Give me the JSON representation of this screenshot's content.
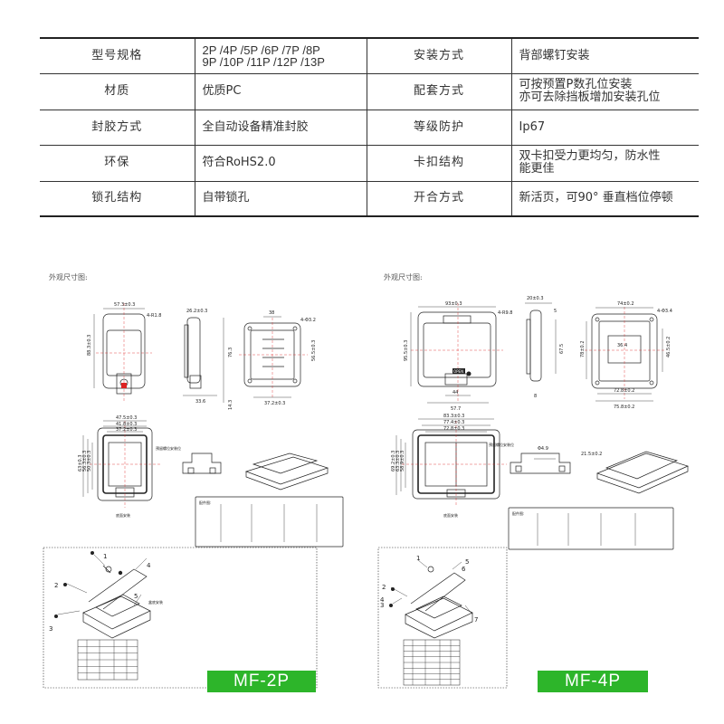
{
  "spec_table": {
    "rows": [
      {
        "label_left": "型号规格",
        "value_left": "2P /4P /5P /6P /7P /8P\n9P /10P /11P /12P /13P",
        "label_right": "安装方式",
        "value_right": "背部螺钉安装"
      },
      {
        "label_left": "材质",
        "value_left": "优质PC",
        "label_right": "配套方式",
        "value_right": "可按预置P数孔位安装\n亦可去除挡板增加安装孔位"
      },
      {
        "label_left": "封胶方式",
        "value_left": "全自动设备精准封胶",
        "label_right": "等级防护",
        "value_right": "Ip67"
      },
      {
        "label_left": "环保",
        "value_left": "符合RoHS2.0",
        "label_right": "卡扣结构",
        "value_right": "双卡扣受力更均匀，防水性\n能更佳"
      },
      {
        "label_left": "锁孔结构",
        "value_left": "自带锁孔",
        "label_right": "开合方式",
        "value_right": "新活页，可90° 垂直档位停顿"
      }
    ]
  },
  "left_panel": {
    "ext_label": "外观尺寸图:",
    "model": "MF-2P",
    "dims": {
      "width": "57.3±0.3",
      "hole": "4-R1.8",
      "height": "88.3±0.3",
      "side_w": "26.2±0.3",
      "side_d": "33.6",
      "back_w": "38",
      "back_hole": "4-Φ3.2",
      "back_h": "56.5±0.3",
      "back_bottom": "37.2±0.3",
      "side_h": "76.3",
      "small_dim": "14.3",
      "plan_w1": "47.5±0.3",
      "plan_w2": "41.8±0.3",
      "plan_w3": "37.2±0.3",
      "plan_h1": "63±0.3",
      "plan_h2": "56.3±0.3",
      "plan_h3": "50.3±0.3",
      "callout": "预留螺位安装位",
      "install_label": "底面安装",
      "parts_title": "配件图:"
    },
    "callouts": [
      "1",
      "2",
      "3",
      "4",
      "5"
    ],
    "exploded_label": "盒底安装",
    "bom_rows": 6
  },
  "right_panel": {
    "ext_label": "外观尺寸图:",
    "model": "MF-4P",
    "dims": {
      "width": "93±0.3",
      "hole": "4-R9.8",
      "height": "95.5±0.3",
      "side_w": "20±0.3",
      "side_r": "5",
      "side_h": "67.5",
      "side_small": "8",
      "back_w": "74±0.2",
      "back_hole": "4-Φ3.4",
      "back_inner": "36.4",
      "back_h1": "78±0.2",
      "back_h2": "46.5±0.2",
      "back_bottom1": "72.8±0.2",
      "back_bottom2": "75.8±0.2",
      "front_b1": "44",
      "front_b2": "57.7",
      "plan_w1": "83.3±0.3",
      "plan_w2": "77.4±0.3",
      "plan_w3": "72.8±0.3",
      "plan_h1": "69.2±0.3",
      "plan_h2": "63.3±0.3",
      "plan_h3": "58.9±0.3",
      "hole_d": "Φ4.9",
      "side2_w": "21.5±0.2",
      "callout": "预留螺位安装位",
      "install_label": "底面安装",
      "parts_title": "配件图:",
      "brand_plate": "OPEN"
    },
    "callouts": [
      "1",
      "2",
      "3",
      "4",
      "5",
      "6",
      "7"
    ],
    "bom_rows": 8
  }
}
